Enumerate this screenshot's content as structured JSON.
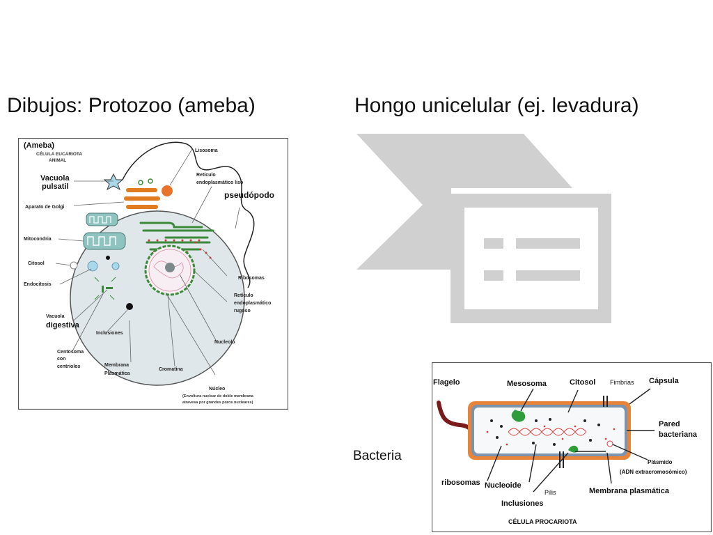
{
  "titles": {
    "left": "Dibujos: Protozoo (ameba)",
    "right": "Hongo unicelular (ej. levadura)"
  },
  "bacteria_label": "Bacteria",
  "ameba": {
    "heading": "(Ameba)",
    "subheading_1": "CÉLULA EUCARIOTA",
    "subheading_2": "ANIMAL",
    "labels": {
      "vacuola_pulsatil_1": "Vacuola",
      "vacuola_pulsatil_2": "pulsatil",
      "aparato_golgi": "Aparato de Golgi",
      "mitocondria": "Mitocondria",
      "citosol": "Citosol",
      "endocitosis": "Endocitosis",
      "vacuola_digestiva_1": "Vacuola",
      "vacuola_digestiva_2": "digestiva",
      "centrosoma_1": "Centosoma",
      "centrosoma_2": "con",
      "centrosoma_3": "centriolos",
      "inclusiones": "Inclusiones",
      "membrana_1": "Membrana",
      "membrana_2": "Plasmática",
      "cromatina": "Cromatina",
      "lisosoma": "Lisosoma",
      "reticulo_liso_1": "Retículo",
      "reticulo_liso_2": "endoplasmático liso",
      "pseudopodo": "pseudópodo",
      "ribosomas": "Ribosomas",
      "reticulo_rugoso_1": "Retículo",
      "reticulo_rugoso_2": "endoplasmático",
      "reticulo_rugoso_3": "rugoso",
      "nucleolo": "Nucleolo",
      "nucleo": "Núcleo",
      "nucleo_note_1": "(Envoltura nuclear de doble membrana",
      "nucleo_note_2": "atravesa por grandes poros nucleares)"
    }
  },
  "placeholder_icon": "picture-placeholder-icon",
  "bacteria": {
    "labels": {
      "flagelo": "Flagelo",
      "mesosoma": "Mesosoma",
      "citosol": "Citosol",
      "fimbrias": "Fimbrias",
      "capsula": "Cápsula",
      "pared_1": "Pared",
      "pared_2": "bacteriana",
      "plasmido_1": "Plásmido",
      "plasmido_2": "(ADN extracromosómico)",
      "ribosomas": "ribosomas",
      "nucleoide": "Nucleoide",
      "inclusiones": "Inclusiones",
      "pilis": "Pilis",
      "membrana": "Membrana plasmática",
      "titulo": "CÉLULA PROCARIOTA"
    }
  },
  "colors": {
    "placeholder_gray": "#d0d0d0",
    "capsule_orange": "#e8833a",
    "wall_blue": "#7a94b0",
    "mesosoma_green": "#2e9d3a",
    "flagelo_red": "#7a1a1a",
    "golgi_orange": "#e07b20",
    "mito_teal": "#8fc3c0",
    "er_green": "#3a8a3a"
  }
}
